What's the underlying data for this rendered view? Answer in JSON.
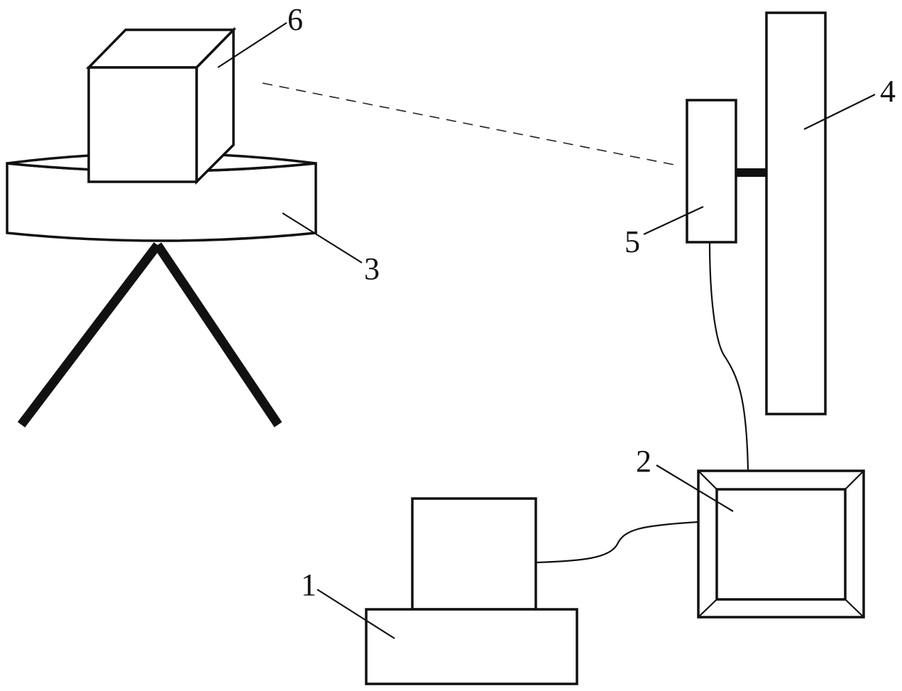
{
  "figure": {
    "labels": {
      "n1": "1",
      "n2": "2",
      "n3": "3",
      "n4": "4",
      "n5": "5",
      "n6": "6"
    },
    "colors": {
      "line": "#111111",
      "background": "#ffffff"
    }
  }
}
